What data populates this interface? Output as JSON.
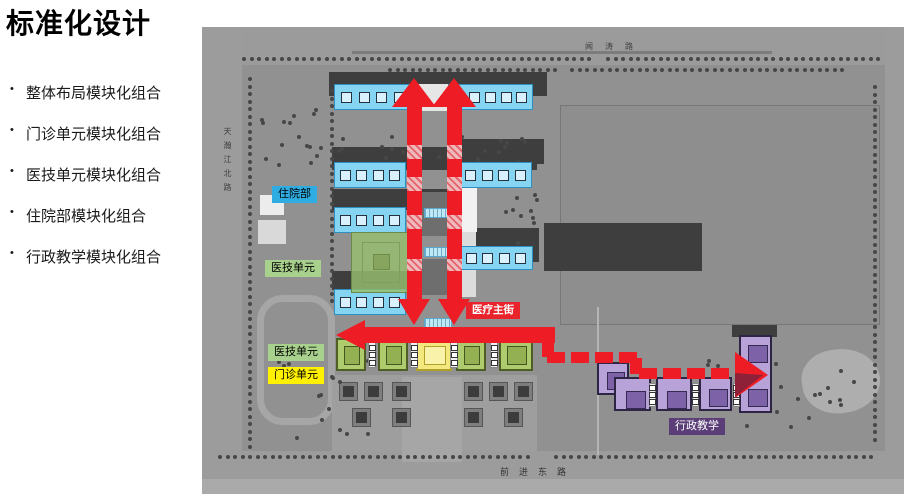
{
  "slide": {
    "title": "标准化设计",
    "bullets": [
      "整体布局模块化组合",
      "门诊单元模块化组合",
      "医技单元模块化组合",
      "住院部模块化组合",
      "行政教学模块化组合"
    ]
  },
  "plan": {
    "road_labels": {
      "left": "天瀚江北路",
      "top": "闻涛路",
      "bottom": "前进东路"
    },
    "area_labels": {
      "inpatient": {
        "text": "住院部",
        "bg": "#2fade3",
        "fg": "#000000"
      },
      "medtech_upper": {
        "text": "医技单元",
        "bg": "#a9d18e",
        "fg": "#000000"
      },
      "medtech_lower": {
        "text": "医技单元",
        "bg": "#a9d18e",
        "fg": "#000000"
      },
      "outpatient": {
        "text": "门诊单元",
        "bg": "#fff100",
        "fg": "#000000"
      },
      "main_street": {
        "text": "医疗主街",
        "bg": "#e8232b",
        "fg": "#ffffff"
      },
      "admin": {
        "text": "行政教学",
        "bg": "#5b3e78",
        "fg": "#ffffff"
      }
    },
    "colors": {
      "base": "#919191",
      "red": "#ee1c25",
      "cyan": "#85d4f2",
      "green": "#aecb6e",
      "yellow": "#f2e87d",
      "purple": "#b7a3d8"
    }
  }
}
